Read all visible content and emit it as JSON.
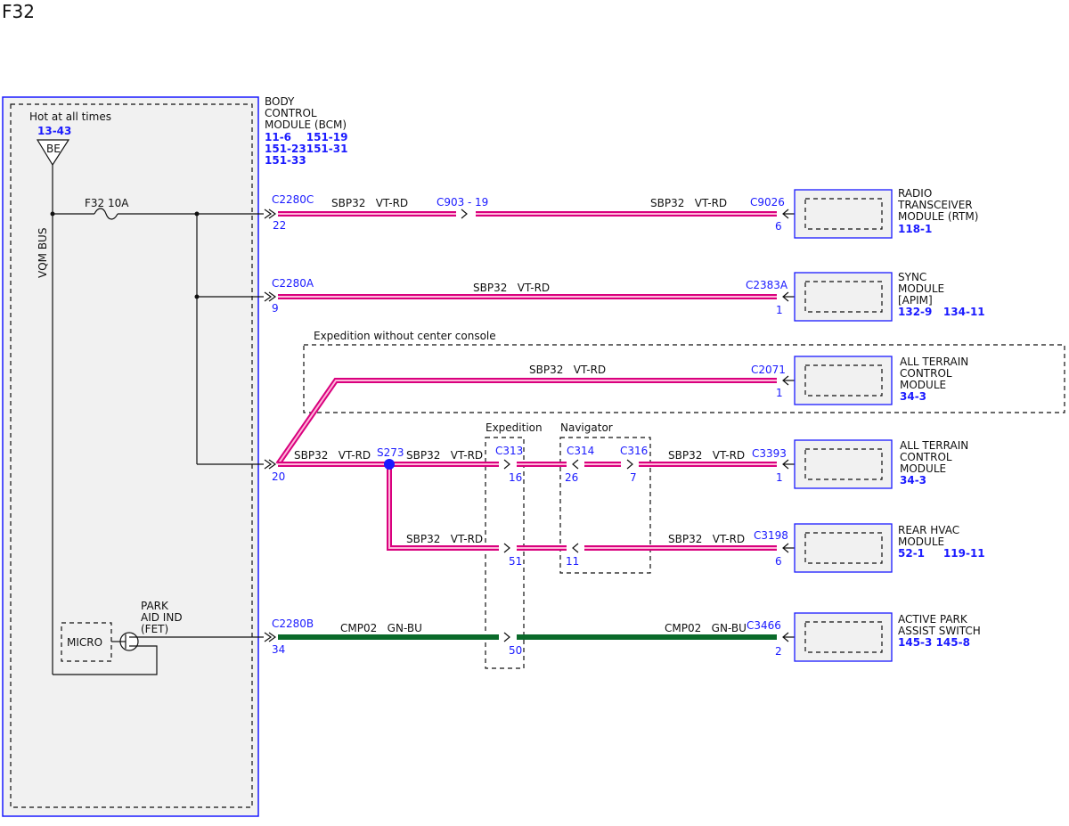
{
  "page_title": "F32",
  "bcm": {
    "hot_label": "Hot at all times",
    "hot_ref": "13-43",
    "bus_symbol": "BE",
    "bus_label": "VQM BUS",
    "fuse_label": "F32  10A",
    "name_lines": [
      "BODY",
      "CONTROL",
      "MODULE (BCM)"
    ],
    "ref_lines": [
      "11-6    151-19",
      "151-23151-31",
      "151-33"
    ],
    "micro_label": "MICRO",
    "park_lines": [
      "PARK",
      "AID IND",
      "(FET)"
    ]
  },
  "zones": {
    "no_console": "Expedition without center console",
    "expedition": "Expedition",
    "navigator": "Navigator"
  },
  "connectors": {
    "c2280c": "C2280C",
    "c2280c_pin": "22",
    "c903": "C903",
    "c903_pin": "19",
    "c9026": "C9026",
    "c9026_pin": "6",
    "c2280a": "C2280A",
    "c2280a_pin": "9",
    "c2383a": "C2383A",
    "c2383a_pin": "1",
    "c2071": "C2071",
    "c2071_pin": "1",
    "bcm_pin20": "20",
    "s273": "S273",
    "c313": "C313",
    "c313_pin_top": "16",
    "c313_pin_mid": "51",
    "c313_pin_bot": "50",
    "c314": "C314",
    "c314_pin_top": "26",
    "c314_pin_mid": "11",
    "c316": "C316",
    "c316_pin": "7",
    "c3393": "C3393",
    "c3393_pin": "1",
    "c3198": "C3198",
    "c3198_pin": "6",
    "c2280b": "C2280B",
    "c2280b_pin": "34",
    "c3466": "C3466",
    "c3466_pin": "2"
  },
  "wire_labels": {
    "sbp32": "SBP32   VT-RD",
    "cmp02": "CMP02   GN-BU"
  },
  "modules": {
    "rtm": {
      "lines": [
        "RADIO",
        "TRANSCEIVER",
        "MODULE (RTM)"
      ],
      "ref": "118-1"
    },
    "sync": {
      "lines": [
        "SYNC",
        "MODULE",
        "[APIM]"
      ],
      "ref": "132-9   134-11"
    },
    "atcm1": {
      "lines": [
        "ALL TERRAIN",
        "CONTROL",
        "MODULE"
      ],
      "ref": "34-3"
    },
    "atcm2": {
      "lines": [
        "ALL TERRAIN",
        "CONTROL",
        "MODULE"
      ],
      "ref": "34-3"
    },
    "hvac": {
      "lines": [
        "REAR HVAC",
        "MODULE"
      ],
      "ref": "52-1     119-11"
    },
    "park": {
      "lines": [
        "ACTIVE PARK",
        "ASSIST SWITCH"
      ],
      "ref": "145-3 145-8"
    }
  },
  "colors": {
    "wire_vt_rd": "#d9007e",
    "wire_gn_bu": "#0a6a2a",
    "callout_blue": "#1a1aff",
    "module_fill": "#f1f1f1"
  }
}
